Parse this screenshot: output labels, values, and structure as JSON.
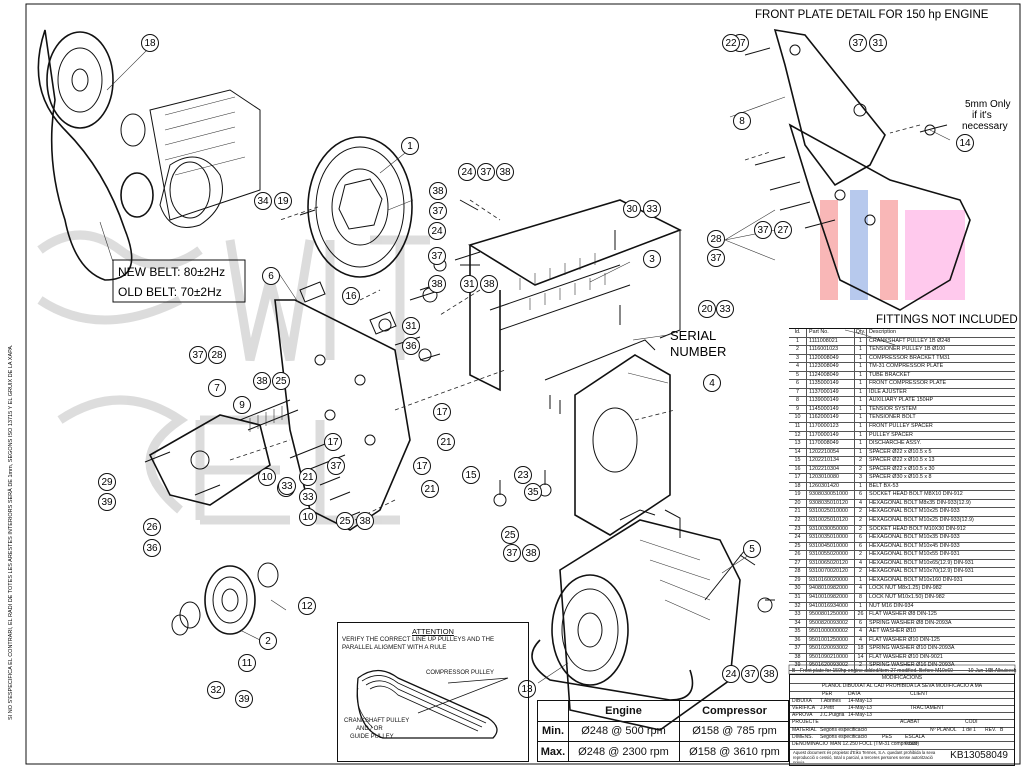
{
  "header": {
    "front_plate_title": "FRONT PLATE DETAIL FOR 150 hp ENGINE",
    "fittings_note": "FITTINGS NOT INCLUDED",
    "spacer_note_line1": "5mm Only",
    "spacer_note_line2": "if it's",
    "spacer_note_line3": "necessary"
  },
  "belt_box": {
    "new_belt": "NEW BELT: 80±2Hz",
    "old_belt": "OLD BELT: 70±2Hz"
  },
  "serial_label": {
    "line1": "SERIAL",
    "line2": "NUMBER"
  },
  "side_note": "SI NO S'ESPECIFICA EL CONTRARI, EL RADI DE TOTES LES ARESTES INTERIORS SERÀ DE 1mm, SEGONS ISO 13715 Y EL GRUIX DE LA XAPA.",
  "callouts": [
    "18",
    "1",
    "34",
    "19",
    "24",
    "37",
    "38",
    "38",
    "37",
    "30",
    "33",
    "24",
    "3",
    "37",
    "38",
    "31",
    "38",
    "6",
    "16",
    "31",
    "36",
    "20",
    "33",
    "8",
    "37",
    "22",
    "37",
    "31",
    "14",
    "28",
    "37",
    "27",
    "37",
    "37",
    "28",
    "38",
    "25",
    "7",
    "9",
    "17",
    "21",
    "4",
    "29",
    "39",
    "10",
    "33",
    "17",
    "21",
    "37",
    "17",
    "21",
    "33",
    "10",
    "33",
    "26",
    "36",
    "25",
    "38",
    "23",
    "15",
    "35",
    "25",
    "37",
    "38",
    "5",
    "12",
    "2",
    "11",
    "32",
    "39",
    "13",
    "24",
    "37",
    "38"
  ],
  "parts_header": {
    "id": "Id.",
    "part": "Part No.",
    "qty": "Qty.",
    "desc": "Description"
  },
  "parts": [
    {
      "id": "1",
      "part": "1111008021",
      "qty": "1",
      "desc": "CRANKSHAFT PULLEY 1B Ø248"
    },
    {
      "id": "2",
      "part": "1116001023",
      "qty": "1",
      "desc": "TENSIONER PULLEY 1B Ø100"
    },
    {
      "id": "3",
      "part": "1120008049",
      "qty": "1",
      "desc": "COMPRESSOR BRACKET TM31"
    },
    {
      "id": "4",
      "part": "1123008049",
      "qty": "1",
      "desc": "TM-31 COMPRESSOR PLATE"
    },
    {
      "id": "5",
      "part": "1124008049",
      "qty": "1",
      "desc": "TUBE BRACKET"
    },
    {
      "id": "6",
      "part": "1135000149",
      "qty": "1",
      "desc": "FRONT COMPRESSOR PLATE"
    },
    {
      "id": "7",
      "part": "1137000149",
      "qty": "1",
      "desc": "IDLE AJUSTER"
    },
    {
      "id": "8",
      "part": "1139000149",
      "qty": "1",
      "desc": "AUXILIARY PLATE 150HP"
    },
    {
      "id": "9",
      "part": "1145000149",
      "qty": "1",
      "desc": "TENSIOR SYSTEM"
    },
    {
      "id": "10",
      "part": "1162000149",
      "qty": "1",
      "desc": "TENSIONER BOLT"
    },
    {
      "id": "11",
      "part": "1170000123",
      "qty": "1",
      "desc": "FRONT PULLEY SPACER"
    },
    {
      "id": "12",
      "part": "1170000149",
      "qty": "1",
      "desc": "PULLEY SPACER"
    },
    {
      "id": "13",
      "part": "1170008049",
      "qty": "1",
      "desc": "DISCHARCHE ASSY."
    },
    {
      "id": "14",
      "part": "1202210054",
      "qty": "1",
      "desc": "SPACER Ø22 x Ø10.5 x 5"
    },
    {
      "id": "15",
      "part": "1202210134",
      "qty": "2",
      "desc": "SPACER Ø22 x Ø10.5 x 13"
    },
    {
      "id": "16",
      "part": "1202210304",
      "qty": "2",
      "desc": "SPACER Ø22 x Ø10.5 x 30"
    },
    {
      "id": "17",
      "part": "1203010080",
      "qty": "3",
      "desc": "SPACER Ø30 x Ø10.5 x 8"
    },
    {
      "id": "18",
      "part": "1260301420",
      "qty": "1",
      "desc": "BELT BX-53"
    },
    {
      "id": "19",
      "part": "9308030051000",
      "qty": "6",
      "desc": "SOCKET HEAD BOLT M8X10 DIN-912"
    },
    {
      "id": "20",
      "part": "9308035010120",
      "qty": "4",
      "desc": "HEXAGONAL BOLT M8x35 DIN-933(12.9)"
    },
    {
      "id": "21",
      "part": "9310025010000",
      "qty": "2",
      "desc": "HEXAGONAL BOLT M10x25 DIN-933"
    },
    {
      "id": "22",
      "part": "9310025010120",
      "qty": "2",
      "desc": "HEXAGONAL BOLT M10x25 DIN-933(12.9)"
    },
    {
      "id": "23",
      "part": "9310030050000",
      "qty": "2",
      "desc": "SOCKET HEAD BOLT M10X30 DIN-912"
    },
    {
      "id": "24",
      "part": "9310035010000",
      "qty": "6",
      "desc": "HEXAGONAL BOLT M10x35 DIN-933"
    },
    {
      "id": "25",
      "part": "9310045010000",
      "qty": "6",
      "desc": "HEXAGONAL BOLT M10x45 DIN-933"
    },
    {
      "id": "26",
      "part": "9310055020000",
      "qty": "2",
      "desc": "HEXAGONAL BOLT M10x55 DIN-931"
    },
    {
      "id": "27",
      "part": "9310065020120",
      "qty": "4",
      "desc": "HEXAGONAL BOLT M10x65(12.9) DIN-931"
    },
    {
      "id": "28",
      "part": "9310070020120",
      "qty": "2",
      "desc": "HEXAGONAL BOLT M10x70(12.9) DIN-931"
    },
    {
      "id": "29",
      "part": "9310160020000",
      "qty": "1",
      "desc": "HEXAGONAL BOLT M10x160 DIN-931"
    },
    {
      "id": "30",
      "part": "9408010982000",
      "qty": "4",
      "desc": "LOCK NUT M8x1.25) DIN-982"
    },
    {
      "id": "31",
      "part": "9410010982000",
      "qty": "8",
      "desc": "LOCK NUT M10x1.50) DIN-982"
    },
    {
      "id": "32",
      "part": "9410016934000",
      "qty": "1",
      "desc": "NUT M16 DIN-934"
    },
    {
      "id": "33",
      "part": "9500801250000",
      "qty": "26",
      "desc": "FLAT WASHER Ø8 DIN-125"
    },
    {
      "id": "34",
      "part": "9500820093002",
      "qty": "6",
      "desc": "SPRING WASHER Ø8 DIN-2093A"
    },
    {
      "id": "35",
      "part": "9501000000002",
      "qty": "4",
      "desc": "AET WASHER Ø10"
    },
    {
      "id": "36",
      "part": "9501001250000",
      "qty": "4",
      "desc": "FLAT WASHER Ø10 DIN-125"
    },
    {
      "id": "37",
      "part": "9501020093002",
      "qty": "18",
      "desc": "SPRING WASHER Ø10 DIN-2093A"
    },
    {
      "id": "38",
      "part": "9501090210000",
      "qty": "14",
      "desc": "FLAT WASHER Ø10 DIN-9021"
    },
    {
      "id": "39",
      "part": "9501620093002",
      "qty": "2",
      "desc": "SPRING WASHER Ø16 DIN-2093A"
    }
  ],
  "revision": {
    "letter": "B",
    "text": "Front plate for 150hp engine added/item 27 modified. Before M10x60",
    "date": "10-Jun-16",
    "author": "B.Albuixech"
  },
  "title_block": {
    "row_mods": "MODIFICACIONS",
    "row_prop": "PLÀNOL DIBUIXAT AL CAD PROHIBIDA LA SEVA MODIFICACIÓ A MÀ",
    "col_per": "PER",
    "col_data": "DATA",
    "col_client": "CLIENT",
    "dibuixa": "DIBUIXA",
    "dibuixa_per": "T.Abrines",
    "dibuixa_date": "14-May-13",
    "verifica": "VERIFICA",
    "verifica_per": "J.Petit",
    "verifica_date": "14-May-13",
    "aprova": "APROVA",
    "aprova_per": "J.C.Puigrià",
    "aprova_date": "14-May-13",
    "tractament": "TRACTAMENT",
    "projecte": "PROJECTE",
    "acabat": "ACABAT",
    "codi": "CODI",
    "material": "MATERIAL",
    "material_val": "Segons especificació",
    "dimens": "DIMENS.",
    "dimens_val": "Segons especificació",
    "pes": "PES",
    "escala": "ESCALA",
    "escala_val": "0.500",
    "denominacio": "DENOMINACIÓ",
    "denominacio_val": "MAN 12.250 FOCL (TM-31 compressor)",
    "plano_label": "Nº PLÀNOL",
    "full": "1 de 1",
    "rev": "REV.",
    "rev_val": "B",
    "code": "KB13058049",
    "data_col": "DATA",
    "projectat": "PROJECTAT",
    "footer": "Aquest document és propietat d'Eiko Termes, S.A. quedant prohibida la seva reproducció o cessió, total o parcial, a terceres persones sense autorització prèvia."
  },
  "speed_table": {
    "col_engine": "Engine",
    "col_compressor": "Compressor",
    "row_min": "Min.",
    "row_max": "Max.",
    "min_engine": "Ø248 @ 500 rpm",
    "min_comp": "Ø158 @ 785 rpm",
    "max_engine": "Ø248 @ 2300 rpm",
    "max_comp": "Ø158 @ 3610 rpm"
  },
  "attention": {
    "title": "ATTENTION",
    "line1": "VERIFY THE CORRECT LINE UP PULLEYS AND THE",
    "line2": "PARALLEL ALIGMENT WITH A RULE",
    "compressor_pulley": "COMPRESSOR PULLEY",
    "crankshaft_line1": "CRANKSHAFT PULLEY",
    "crankshaft_line2": "AND / OR",
    "crankshaft_line3": "GUIDE PULLEY"
  }
}
